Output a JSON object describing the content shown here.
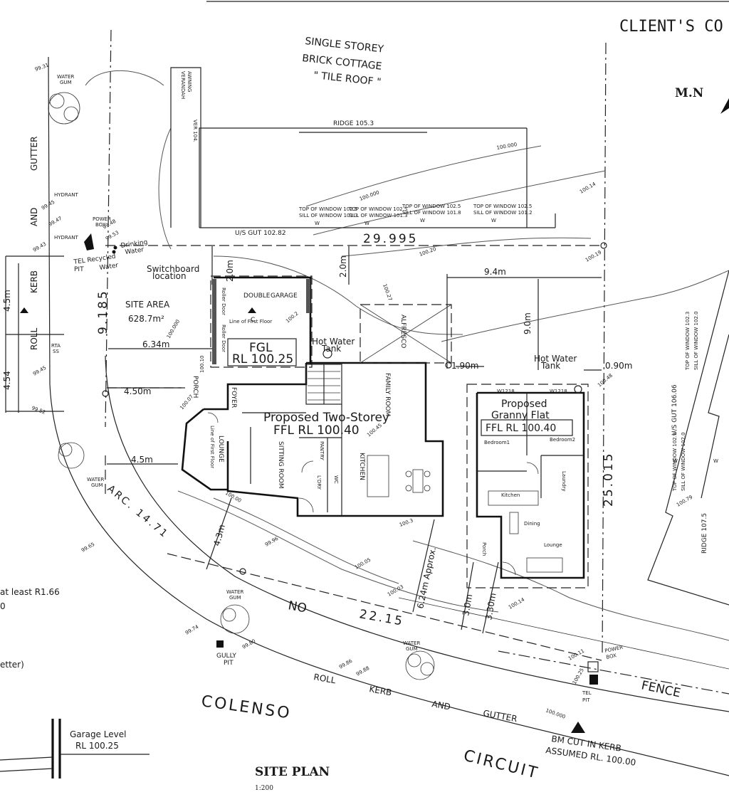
{
  "header": {
    "client": "CLIENT'S CO",
    "north": "M.N"
  },
  "title": {
    "main": "SITE PLAN",
    "scale": "1:200"
  },
  "neighbour": {
    "line1": "SINGLE STOREY",
    "line2": "BRICK COTTAGE",
    "line3": "\" TILE ROOF \"",
    "ridge": "RIDGE 105.3",
    "verandah_a": "VERANDAH",
    "verandah_b": "AWNING",
    "verandah_c": "VER 104.",
    "us_gut": "U/S GUT 102.82",
    "windows": [
      {
        "top": "TOP OF WINDOW 102.5",
        "sill": "SILL OF WINDOW 101.3",
        "w": "W"
      },
      {
        "top": "TOP OF WINDOW 102.5",
        "sill": "SILL OF WINDOW 101.3",
        "w": "W"
      },
      {
        "top": "TOP OF WINDOW 102.5",
        "sill": "SILL OF WINDOW 101.8",
        "w": "W"
      },
      {
        "top": "TOP OF WINDOW 102.5",
        "sill": "SILL OF WINDOW 101.2",
        "w": "W"
      }
    ]
  },
  "right_building": {
    "us_gut": "U/S GUT 106.06",
    "ridge": "RIDGE 107.5",
    "w1": "W",
    "w2": "W",
    "win1": "TOP OF WINDOW 102.3",
    "win2": "SILL OF WINDOW 102.0",
    "win3": "TOP OF WINDOW 102.9",
    "win4": "SILL OF WINDOW 102.0",
    "level": "100.79"
  },
  "street": {
    "gutter_left": "GUTTER",
    "and_left": "AND",
    "kerb_left": "KERB",
    "roll_left": "ROLL",
    "colenso": "COLENSO",
    "circuit": "CIRCUIT",
    "roll_bottom": "ROLL",
    "kerb_bottom": "KERB",
    "and_bottom": "AND",
    "gutter_bottom": "GUTTER",
    "fence": "FENCE",
    "no_label": "NO",
    "bm1": "BM CUT IN KERB",
    "bm2": "ASSUMED RL. 100.00",
    "arc": "ARC. 14.71"
  },
  "services": {
    "hydrant1": "HYDRANT",
    "hydrant2": "HYDRANT",
    "power_box_left_1": "POWER",
    "power_box_left_2": "BOX",
    "drinking": "Drinking",
    "water": "Water",
    "tel_recycled": "TEL Recycled",
    "pit": "PIT",
    "water2": "Water",
    "switchboard1": "Switchboard",
    "switchboard2": "location",
    "rta1": "RTA",
    "rta2": "SS",
    "gully1": "GULLY",
    "gully2": "PIT",
    "tel_pit1": "TEL",
    "tel_pit2": "PIT",
    "power_box_right_1": "POWER",
    "power_box_right_2": "BOX",
    "hot_water_tank_1": "Hot Water",
    "hot_water_tank_2": "Tank",
    "hot_water_tank_3": "Hot Water",
    "hot_water_tank_4": "Tank"
  },
  "trees": [
    {
      "label1": "WATER",
      "label2": "GUM"
    },
    {
      "label1": "WATER",
      "label2": "GUM"
    },
    {
      "label1": "WATER",
      "label2": "GUM"
    },
    {
      "label1": "WATER",
      "label2": "GUM"
    }
  ],
  "site": {
    "area_label": "SITE AREA",
    "area_value": "628.7m²",
    "side_left": "9.185",
    "top": "29.995",
    "right": "25.015",
    "bottom": "22.15"
  },
  "dimensions": {
    "d_2m_a": "2.0m",
    "d_2m_b": "2.0m",
    "d_634": "6.34m",
    "d_450": "4.50m",
    "d_45": "4.5m",
    "d_43": "4.3m",
    "d_94": "9.4m",
    "d_90": "9.0m",
    "d_190": "1.90m",
    "d_090": "0.90m",
    "d_624": "6.24m Approx.",
    "d_30": "3.0m",
    "d_330": "3.30m",
    "d_left_45": "4.5m",
    "d_left_454": "4.54"
  },
  "garage": {
    "title": "DOUBLE",
    "title2": "GARAGE",
    "roller1": "Roller Door",
    "roller2": "Roller Door",
    "first_floor": "Line of First Floor",
    "fgl_label": "FGL",
    "fgl_value": "RL 100.25",
    "section": "C"
  },
  "house": {
    "proposed": "Proposed Two-Storey",
    "ffl": "FFL RL 100.40",
    "alfresco": "ALFRESCO",
    "family": "FAMILY ROOM",
    "kitchen": "KITCHEN",
    "pantry": "PANTRY",
    "ldry": "L'DRY",
    "wc": "WC",
    "lounge": "LOUNGE",
    "first_floor": "Line of First Floor",
    "sitting": "SITTING ROOM",
    "foyer": "FOYER",
    "porch": "PORCH"
  },
  "granny": {
    "line1": "Proposed",
    "line2": "Granny Flat",
    "ffl": "FFL RL 100.40",
    "bed1": "Bedroom1",
    "bed2": "Bedroom2",
    "kitchen": "Kitchen",
    "dining": "Dining",
    "lounge": "Lounge",
    "porch": "Porch",
    "laundry": "Laundry",
    "w1": "W1218",
    "w2": "W1218"
  },
  "levels": [
    "99.31",
    "99.45",
    "99.47",
    "99.48",
    "99.53",
    "99.43",
    "99.45",
    "99.52",
    "99.65",
    "99.74",
    "99.80",
    "99.86",
    "99.88",
    "99.96",
    "100.000",
    "100.05",
    "100.03",
    "100.14",
    "100.11",
    "100.000",
    "100.20",
    "100.19",
    "100.14",
    "100.27",
    "100.2",
    "100.45",
    "100.3",
    "100.48",
    "100.000",
    "100.07",
    "100.10",
    "100.00",
    "100.000",
    "100.25"
  ],
  "notes": {
    "note1": "at least R1.66",
    "note2": "0",
    "note3": "etter)"
  },
  "legend": {
    "label": "Garage Level",
    "value": "RL 100.25"
  }
}
